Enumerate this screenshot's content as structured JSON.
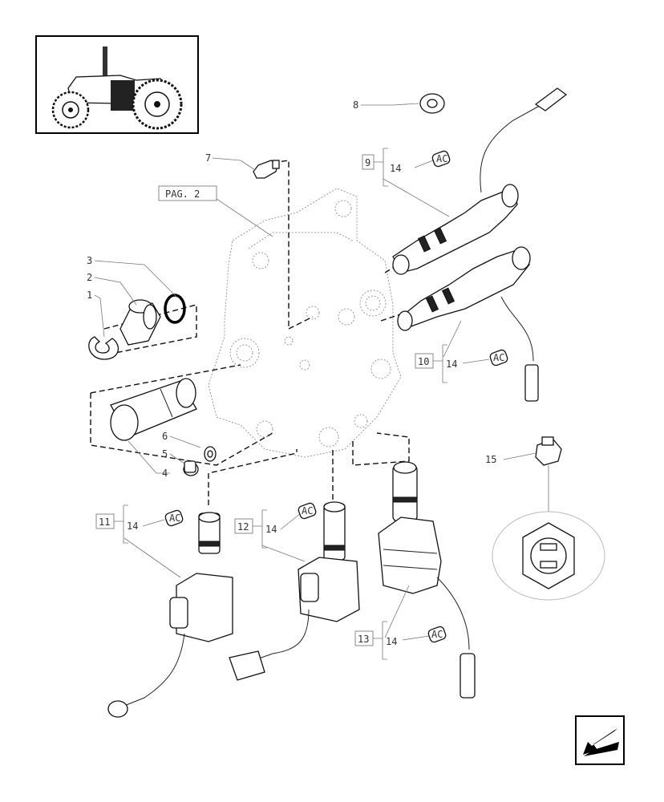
{
  "labels": {
    "l1": "1",
    "l2": "2",
    "l3": "3",
    "l4": "4",
    "l5": "5",
    "l6": "6",
    "l7": "7",
    "l8": "8",
    "l15": "15",
    "pag": "PAG. 2",
    "b9": "9",
    "b10": "10",
    "b11": "11",
    "b12": "12",
    "b13": "13",
    "q14": "14",
    "ac": "AC"
  }
}
